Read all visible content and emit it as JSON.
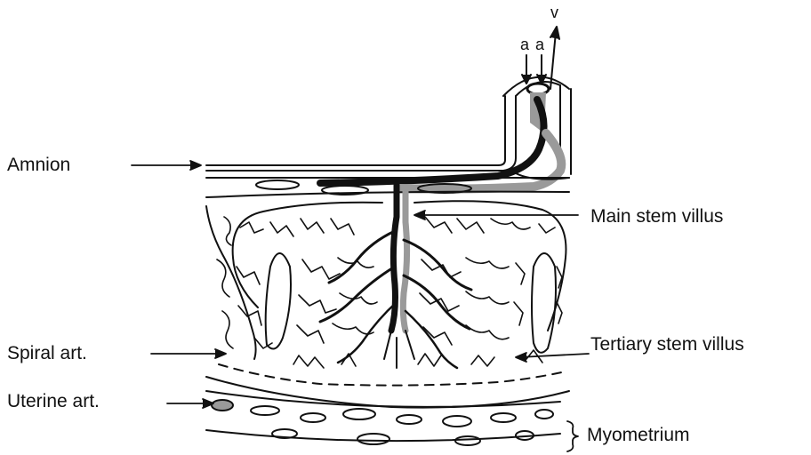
{
  "labels": {
    "amnion": "Amnion",
    "spiral_art": "Spiral art.",
    "uterine_art": "Uterine art.",
    "main_stem_villus": "Main stem  villus",
    "tertiary_stem_villus": "Tertiary stem villus",
    "myometrium": "Myometrium",
    "vessel_v": "v",
    "vessel_a1": "a",
    "vessel_a2": "a"
  },
  "colors": {
    "ink": "#111111",
    "background": "#ffffff",
    "shading": "#9a9a9a"
  }
}
